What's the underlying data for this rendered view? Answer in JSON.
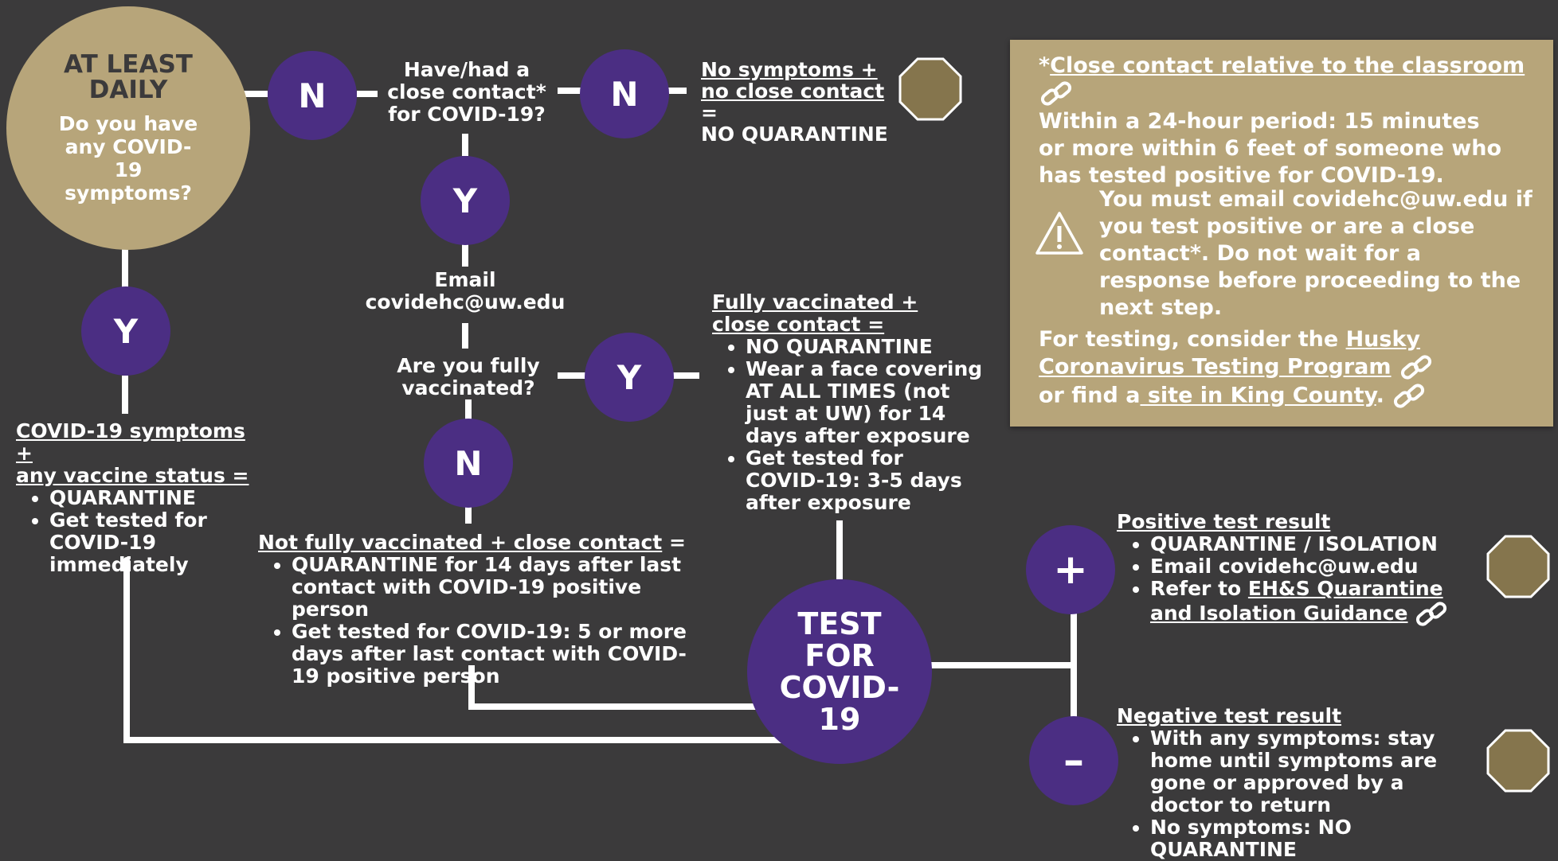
{
  "start": {
    "title": "AT LEAST DAILY",
    "question": "Do you have any COVID-19 symptoms?"
  },
  "nodes": {
    "no_label": "N",
    "yes_label": "Y",
    "plus_label": "+",
    "minus_label": "–"
  },
  "close_contact_question": "Have/had a close contact* for COVID-19?",
  "no_symptoms": {
    "line1": "No symptoms +",
    "line2": "no close contact",
    "line2_suffix": " =",
    "result": "NO QUARANTINE"
  },
  "email_step": {
    "label": "Email",
    "address": "covidehc@uw.edu"
  },
  "vaccinated_question": "Are you fully vaccinated?",
  "fully_vaccinated": {
    "heading1": "Fully vaccinated +",
    "heading2": "close contact =",
    "items": [
      "NO QUARANTINE",
      "Wear a face covering AT ALL TIMES (not just at UW) for 14 days after exposure",
      "Get tested for COVID-19: 3-5 days after exposure"
    ]
  },
  "symptoms_branch": {
    "heading1": "COVID-19 symptoms +",
    "heading2": "any vaccine status =",
    "items": [
      "QUARANTINE",
      "Get tested for COVID-19 immediately"
    ]
  },
  "not_vaccinated": {
    "heading": "Not fully vaccinated + close contact",
    "heading_suffix": " =",
    "items": [
      "QUARANTINE for 14 days after last contact with COVID-19 positive person",
      "Get tested for COVID-19: 5 or more days after last contact with COVID-19 positive person"
    ]
  },
  "test_node": "TEST FOR COVID-19",
  "positive": {
    "heading": "Positive test result",
    "item1": "QUARANTINE / ISOLATION",
    "item2": "Email covidehc@uw.edu",
    "item3_prefix": "Refer to ",
    "item3_link": "EH&S Quarantine and Isolation Guidance"
  },
  "negative": {
    "heading": "Negative test result",
    "items": [
      "With any symptoms: stay home until symptoms are gone or approved by a doctor to return",
      "No symptoms: NO QUARANTINE"
    ]
  },
  "info_panel": {
    "close_contact_prefix": "*",
    "close_contact_link": "Close contact relative to the classroom",
    "definition": "Within a 24-hour period: 15 minutes or more within 6 feet of someone who has tested positive for COVID-19.",
    "warning": "You must email covidehc@uw.edu if you test positive or are a close contact*. Do not wait for a response before proceeding to the next step.",
    "testing_prefix": "For testing, consider the ",
    "testing_link1": "Husky Coronavirus Testing Program",
    "testing_middle": "or find a",
    "testing_link2": " site in King County",
    "testing_suffix": "."
  },
  "colors": {
    "background": "#3b3a3b",
    "purple": "#4b2e83",
    "gold": "#b7a57a",
    "octagon": "#85754d",
    "text_dark": "#3b3a3b"
  },
  "icons": [
    "link-icon",
    "warning-icon",
    "octagon-icon"
  ]
}
